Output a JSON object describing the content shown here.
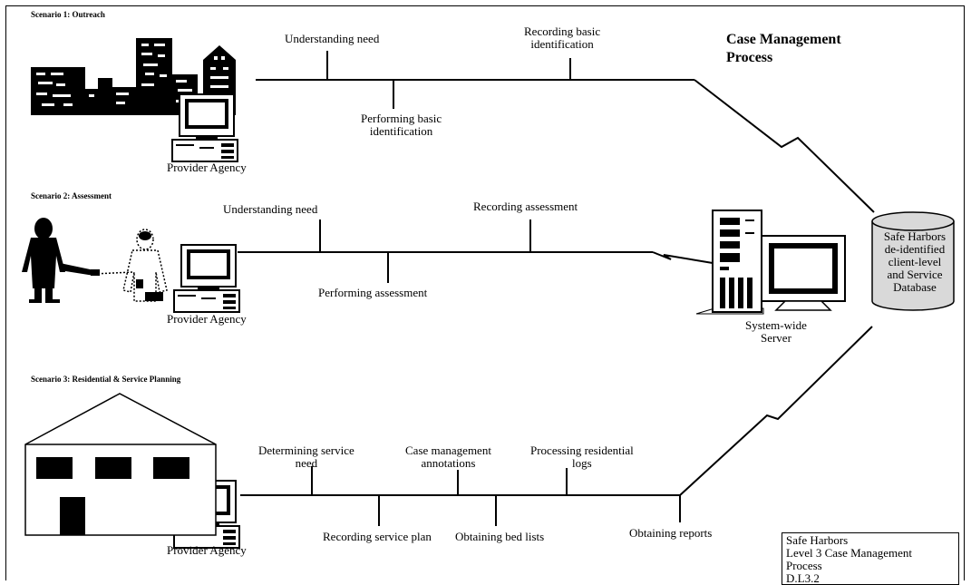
{
  "title": [
    "Case Management",
    "Process"
  ],
  "scenarios": {
    "s1": "Scenario 1: Outreach",
    "s2": "Scenario 2: Assessment",
    "s3": "Scenario 3: Residential & Service Planning"
  },
  "agency_label": "Provider Agency",
  "s1_steps": {
    "understanding": "Understanding need",
    "recording": [
      "Recording basic",
      "identification"
    ],
    "performing": [
      "Performing basic",
      "identification"
    ]
  },
  "s2_steps": {
    "understanding": "Understanding need",
    "recording": "Recording assessment",
    "performing": "Performing assessment"
  },
  "s3_steps": {
    "determining": [
      "Determining service",
      "need"
    ],
    "annotations": [
      "Case management",
      "annotations"
    ],
    "processing": [
      "Processing residential",
      "logs"
    ],
    "recording_plan": "Recording service plan",
    "bed_lists": "Obtaining bed lists",
    "reports": "Obtaining reports"
  },
  "server_label": [
    "System-wide",
    "Server"
  ],
  "database_label": [
    "Safe Harbors",
    "de-identified",
    "client-level",
    "and Service",
    "Database"
  ],
  "legend": [
    "Safe Harbors",
    "Level 3 Case Management",
    "Process",
    "D.L3.2"
  ]
}
